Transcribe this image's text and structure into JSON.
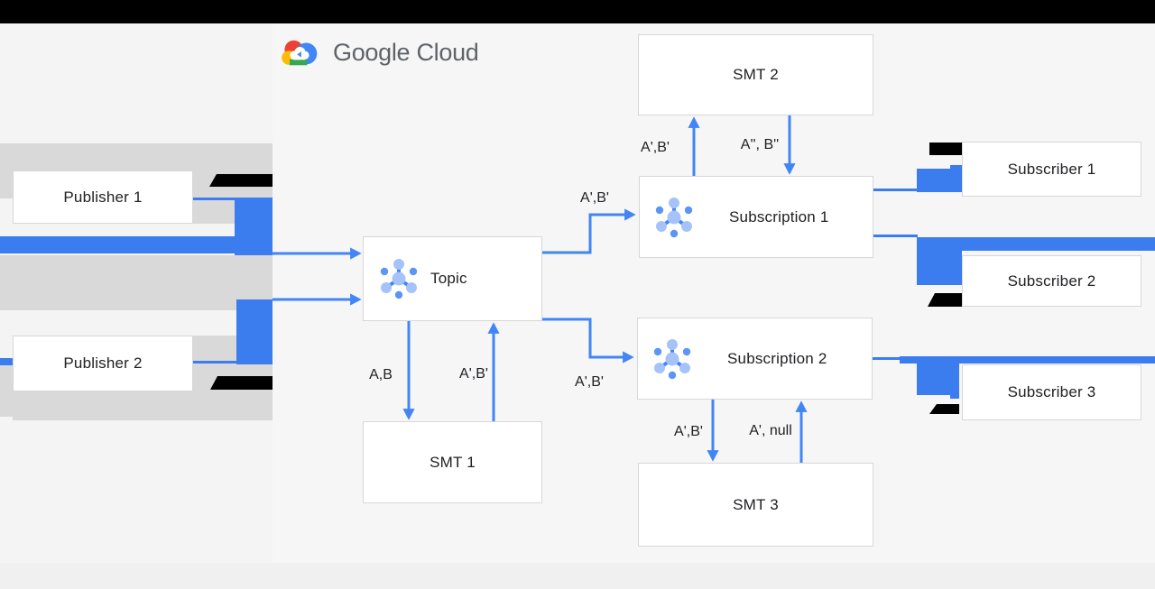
{
  "logo": {
    "text": "Google Cloud"
  },
  "nodes": {
    "publisher1": {
      "label": "Publisher 1"
    },
    "publisher2": {
      "label": "Publisher 2"
    },
    "topic": {
      "label": "Topic"
    },
    "smt1": {
      "label": "SMT 1"
    },
    "smt2": {
      "label": "SMT 2"
    },
    "smt3": {
      "label": "SMT 3"
    },
    "subscription1": {
      "label": "Subscription 1"
    },
    "subscription2": {
      "label": "Subscription 2"
    },
    "subscriber1": {
      "label": "Subscriber 1"
    },
    "subscriber2": {
      "label": "Subscriber 2"
    },
    "subscriber3": {
      "label": "Subscriber 3"
    }
  },
  "edges": {
    "topic_to_smt1": "A,B",
    "smt1_to_topic": "A',B'",
    "topic_to_subscription1": "A',B'",
    "topic_to_subscription2": "A',B'",
    "subscription1_to_smt2": "A',B'",
    "smt2_to_subscription1": "A'', B''",
    "subscription2_to_smt3": "A',B'",
    "smt3_to_subscription2": "A', null"
  },
  "colors": {
    "arrow_blue": "#4285f4",
    "bar_blue": "#3b7cee",
    "band_gray": "#d9d9d9",
    "top_bar_black": "#000000",
    "logo_text_gray": "#5f6368"
  },
  "icons": {
    "pubsub_topic": "pubsub-node-icon",
    "google_cloud": "google-cloud-logo-icon"
  }
}
